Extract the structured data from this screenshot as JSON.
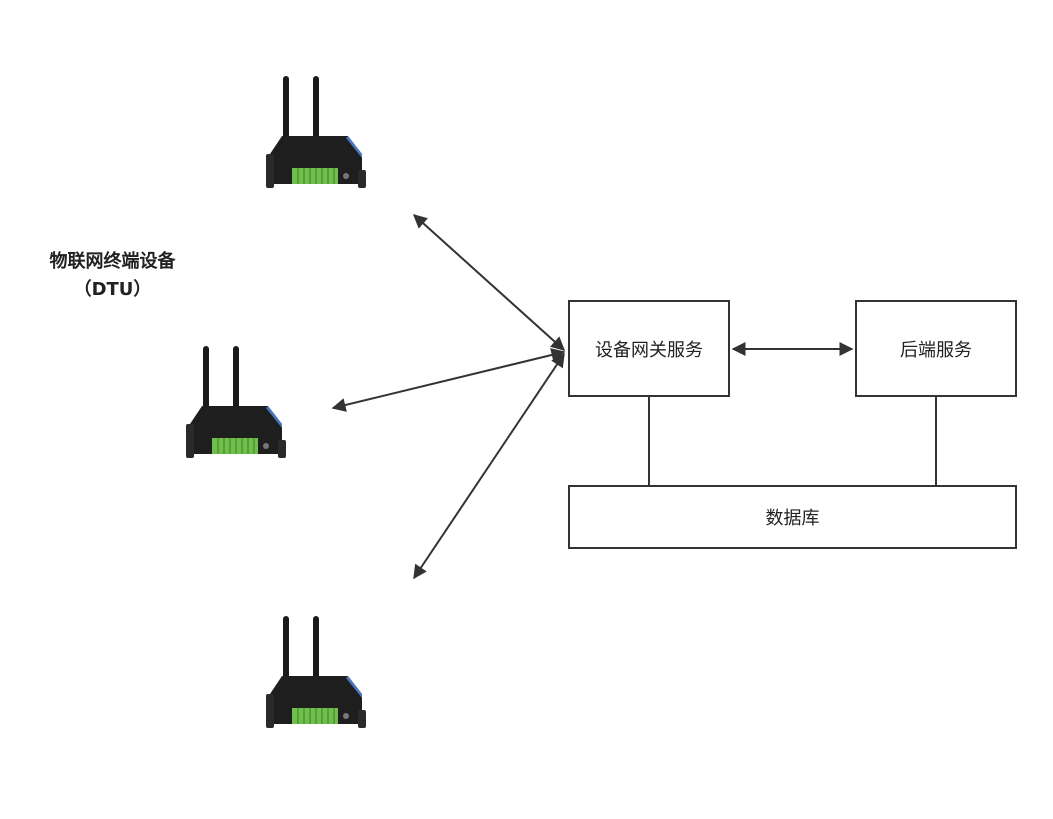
{
  "left_label": {
    "line1": "物联网终端设备",
    "line2": "（DTU）"
  },
  "boxes": {
    "gateway": "设备网关服务",
    "backend": "后端服务",
    "database": "数据库"
  },
  "devices": [
    {
      "icon": "dtu-router-icon"
    },
    {
      "icon": "dtu-router-icon"
    },
    {
      "icon": "dtu-router-icon"
    }
  ],
  "colors": {
    "stroke": "#333333",
    "device_body": "#1e1e1e",
    "terminal_green": "#6fbf4a",
    "accent_blue": "#4a78c0"
  }
}
